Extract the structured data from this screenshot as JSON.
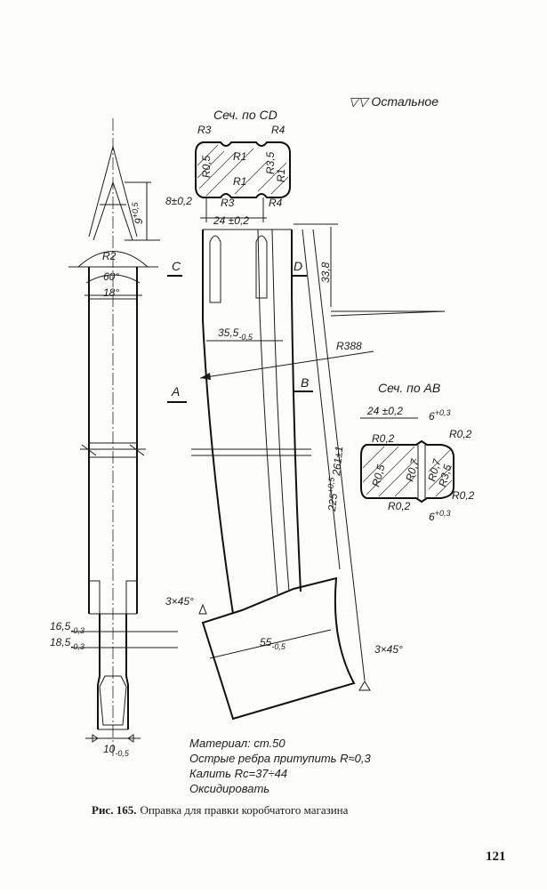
{
  "surface_note": "▽▽ Остальное",
  "section_cd": {
    "title": "Сеч. по CD",
    "labels": [
      "R3",
      "R4",
      "R0,5",
      "R1",
      "R1",
      "R3,5",
      "R1",
      "R3",
      "R4"
    ],
    "dim_thickness": "8±0,2",
    "dim_width": "24 ±0,2"
  },
  "section_ab": {
    "title": "Сеч. по AB",
    "dim_width": "24 ±0,2",
    "dim_top": "6",
    "dim_top_tol": "+0,3",
    "dim_bottom": "6",
    "dim_bottom_tol": "+0,3",
    "labels": [
      "R0,2",
      "R0,2",
      "R0,5",
      "R0,7",
      "R0,7",
      "R3,5",
      "R0,2",
      "R0,2"
    ]
  },
  "side_view": {
    "dim_tip": "9",
    "dim_tip_tol": "+0,5",
    "radius": "R2",
    "angle_outer": "60°",
    "angle_inner": "18°",
    "dim_a": "16,5",
    "dim_a_tol": "-0,3",
    "dim_b": "18,5",
    "dim_b_tol": "-0,3",
    "dim_bottom": "10",
    "dim_bottom_tol": "-0,5"
  },
  "main_view": {
    "label_c": "C",
    "label_d": "D",
    "label_a": "A",
    "label_b": "B",
    "dim_top": "33,8",
    "dim_width": "35,5",
    "dim_width_tol": "-0,5",
    "radius": "R388",
    "dim_225": "225",
    "dim_225_tol": "+0,5",
    "dim_261": "261±1",
    "chamfer_left": "3×45°",
    "chamfer_right": "3×45°",
    "dim_base": "55",
    "dim_base_tol": "-0,5"
  },
  "notes": [
    "Материал: ст.50",
    "Острые ребра притупить R≈0,3",
    "Калить Rc=37÷44",
    "Оксидировать"
  ],
  "caption_label": "Рис. 165.",
  "caption_text": "Оправка для правки коробчатого магазина",
  "page_number": "121"
}
